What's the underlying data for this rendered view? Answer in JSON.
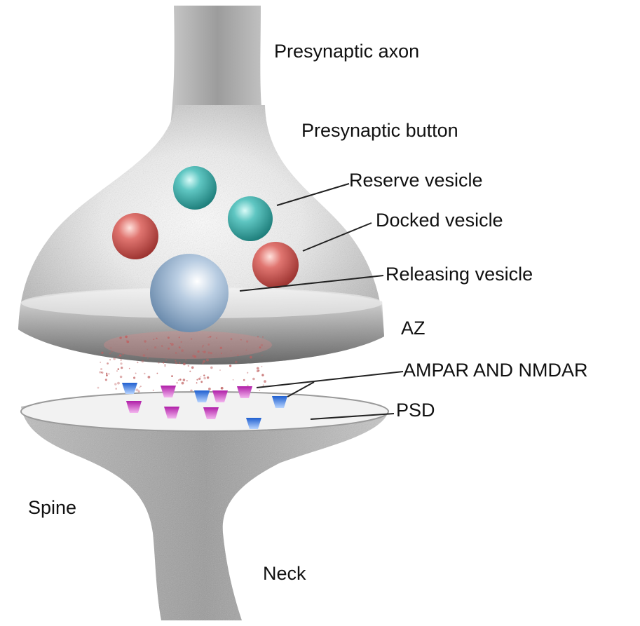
{
  "labels": {
    "presynaptic_axon": "Presynaptic axon",
    "presynaptic_button": "Presynaptic button",
    "reserve_vesicle": "Reserve vesicle",
    "docked_vesicle": "Docked vesicle",
    "releasing_vesicle": "Releasing vesicle",
    "az": "AZ",
    "ampar_nmdar": "AMPAR AND NMDAR",
    "psd": "PSD",
    "spine": "Spine",
    "neck": "Neck"
  },
  "colors": {
    "membrane": "#b8b8b8",
    "membrane_dark": "#6a6a6a",
    "reserve_vesicle": "#3fb3b0",
    "docked_vesicle": "#d9605a",
    "releasing_vesicle": "#8fb0d0",
    "receptor_blue": "#3a7fe0",
    "receptor_magenta": "#c030b8",
    "neurotransmitter_dots": "#c06060",
    "leader_line": "#222222"
  }
}
